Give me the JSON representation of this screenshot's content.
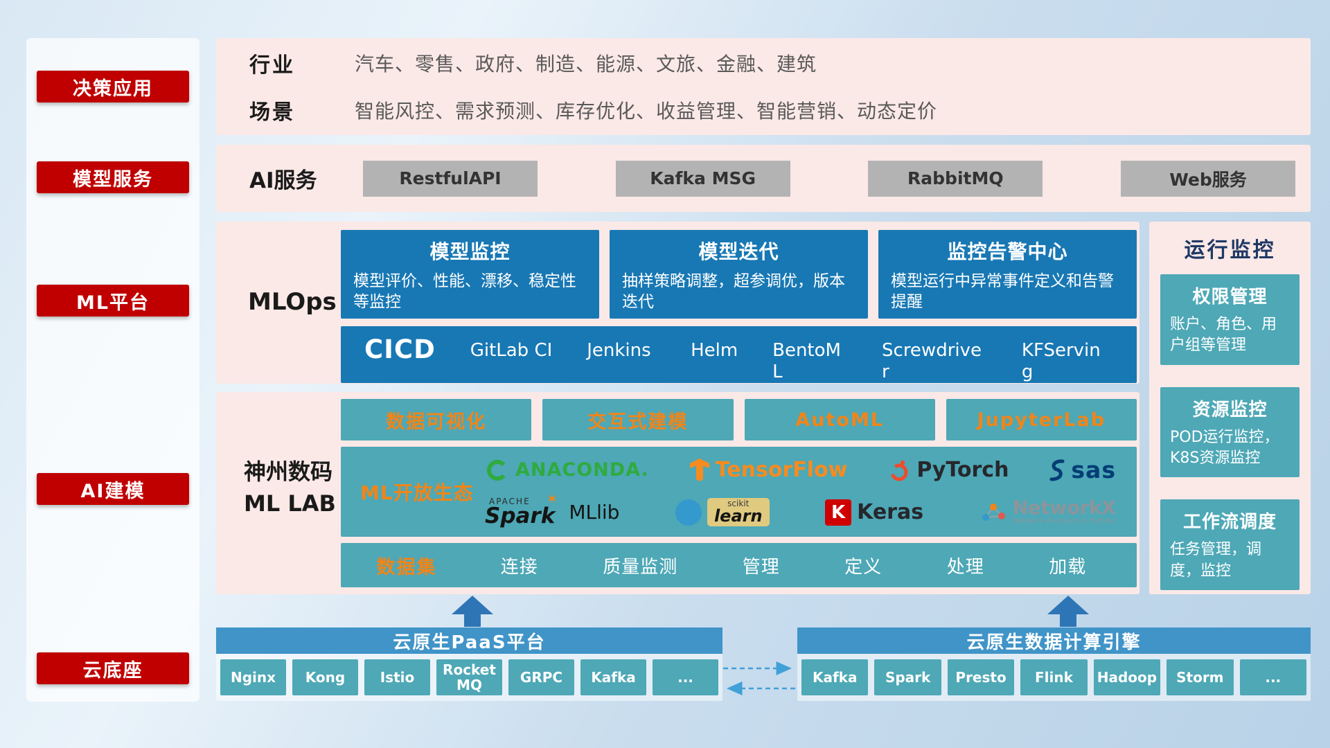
{
  "sidebar": {
    "items": [
      {
        "label": "决策应用"
      },
      {
        "label": "模型服务"
      },
      {
        "label": "ML平台"
      },
      {
        "label": "AI建模"
      },
      {
        "label": "云底座"
      }
    ]
  },
  "industry": {
    "rows": [
      {
        "label": "行业",
        "value": "汽车、零售、政府、制造、能源、文旅、金融、建筑"
      },
      {
        "label": "场景",
        "value": "智能风控、需求预测、库存优化、收益管理、智能营销、动态定价"
      }
    ]
  },
  "ai_service": {
    "label": "AI服务",
    "buttons": [
      "RestfulAPI",
      "Kafka MSG",
      "RabbitMQ",
      "Web服务"
    ]
  },
  "mlops": {
    "label": "MLOps",
    "cards": [
      {
        "title": "模型监控",
        "desc": "模型评价、性能、漂移、稳定性等监控"
      },
      {
        "title": "模型迭代",
        "desc": "抽样策略调整，超参调优，版本迭代"
      },
      {
        "title": "监控告警中心",
        "desc": "模型运行中异常事件定义和告警提醒"
      }
    ],
    "cicd_label": "CICD",
    "cicd_items": [
      "GitLab CI",
      "Jenkins",
      "Helm",
      "BentoML",
      "Screwdriver",
      "KFServing"
    ]
  },
  "mllab": {
    "label_line1": "神州数码",
    "label_line2": "ML LAB",
    "tools": [
      "数据可视化",
      "交互式建模",
      "AutoML",
      "JupyterLab"
    ],
    "ecosystem_label": "ML开放生态",
    "logos": {
      "anaconda": "ANACONDA.",
      "tensorflow": "TensorFlow",
      "pytorch": "PyTorch",
      "sas": "sas",
      "spark_apache": "APACHE",
      "spark": "Spark",
      "spark_star": "✶",
      "mllib": "MLlib",
      "scikit_top": "scikit",
      "scikit_learn": "learn",
      "keras_k": "K",
      "keras": "Keras",
      "networkx": "NetworkX",
      "networkx_sub": "Network Analysis in Python"
    },
    "dataset_label": "数据集",
    "dataset_items": [
      "连接",
      "质量监测",
      "管理",
      "定义",
      "处理",
      "加载"
    ]
  },
  "monitor": {
    "title": "运行监控",
    "cards": [
      {
        "title": "权限管理",
        "desc": "账户、角色、用户组等管理"
      },
      {
        "title": "资源监控",
        "desc": "POD运行监控，K8S资源监控"
      },
      {
        "title": "工作流调度",
        "desc": "任务管理，调度，监控"
      }
    ]
  },
  "cloud": {
    "paas_title": "云原生PaaS平台",
    "paas_items": [
      "Nginx",
      "Kong",
      "Istio",
      "RocketMQ",
      "GRPC",
      "Kafka",
      "..."
    ],
    "engine_title": "云原生数据计算引擎",
    "engine_items": [
      "Kafka",
      "Spark",
      "Presto",
      "Flink",
      "Hadoop",
      "Storm",
      "..."
    ]
  },
  "colors": {
    "badge_red": "#c00000",
    "mlops_blue": "#1878b4",
    "teal": "#4ea8b6",
    "orange_accent": "#f08519",
    "cloud_bar_blue": "#4094c8",
    "panel_pink": "#fbe9e7"
  }
}
